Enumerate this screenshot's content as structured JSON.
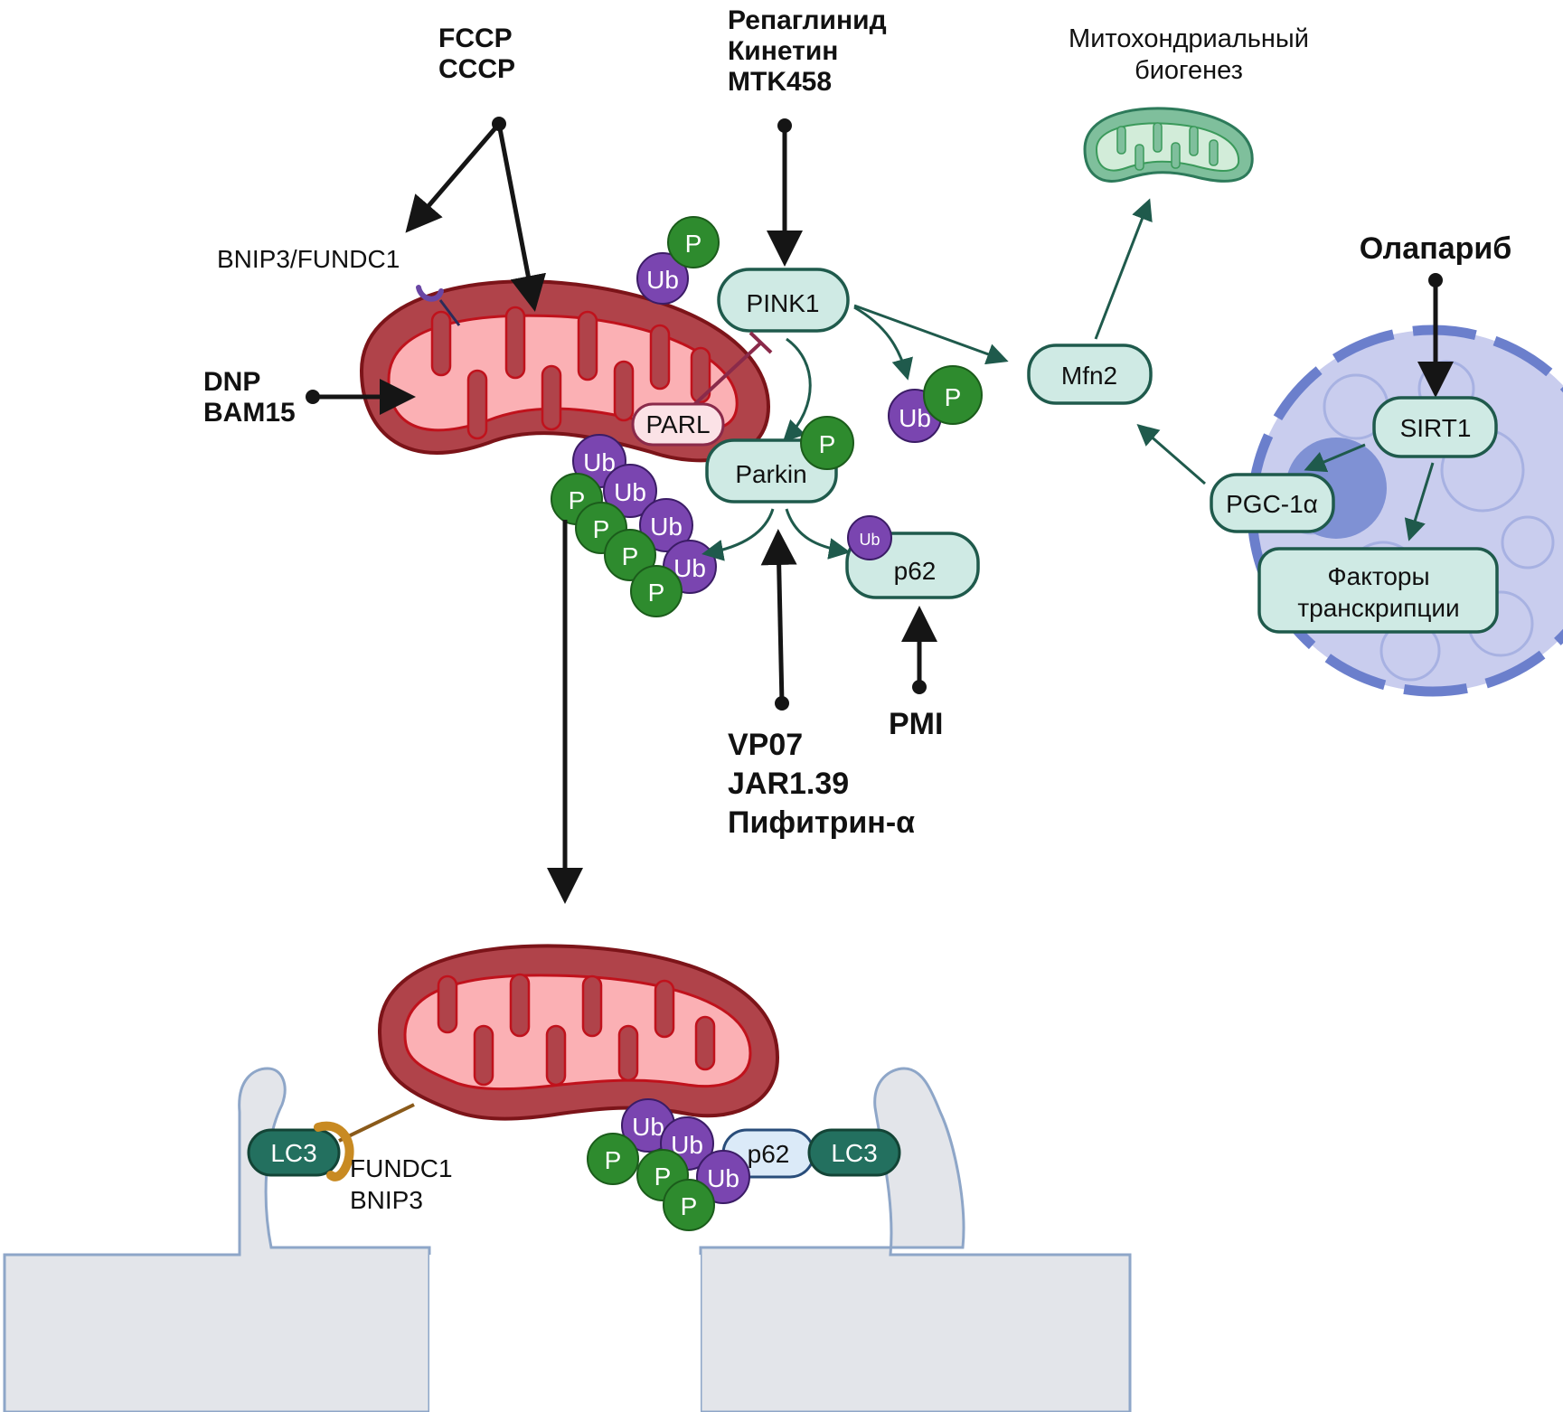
{
  "diagram": {
    "title": "Митофагия: пути PINK1/Parkin и рецептор-опосредованная митофагия",
    "compounds": {
      "uncouplers_top": [
        "FCCP",
        "CCCP"
      ],
      "pink1_activators": [
        "Репаглинид",
        "Кинетин",
        "MTK458"
      ],
      "uncouplers_left": [
        "DNP",
        "BAM15"
      ],
      "parkin_activators": [
        "VP07",
        "JAR1.39",
        "Пифитрин-α"
      ],
      "p62_activator": "PMI",
      "sirt1_activator": "Олапариб"
    },
    "proteins": {
      "bnip3_fundc1": "BNIP3/FUNDC1",
      "pink1": "PINK1",
      "parl": "PARL",
      "parkin": "Parkin",
      "p62": "p62",
      "mfn2": "Mfn2",
      "sirt1": "SIRT1",
      "pgc1a": "PGC-1α",
      "transcription_factors": [
        "Факторы",
        "транскрипции"
      ],
      "lc3": "LC3",
      "fundc1": "FUNDC1",
      "bnip3": "BNIP3"
    },
    "markers": {
      "ubiquitin": "Ub",
      "phospho": "P"
    },
    "biogenesis_label": [
      "Митохондриальный",
      "биогенез"
    ],
    "colors": {
      "mito_outer": "#b0434a",
      "mito_inner": "#fbb0b4",
      "mito_stroke": "#8a1a1f",
      "box_fill": "#cfeae4",
      "box_stroke": "#1f5a4c",
      "ubiquitin": "#7a45b0",
      "phospho": "#2e8b2e",
      "nucleus": "#c9cdee",
      "nucleus_envelope": "#6b7fcc",
      "phagophore": "#e3e5ea",
      "lc3": "#23705f",
      "new_mito": "#7fbf9c"
    }
  }
}
